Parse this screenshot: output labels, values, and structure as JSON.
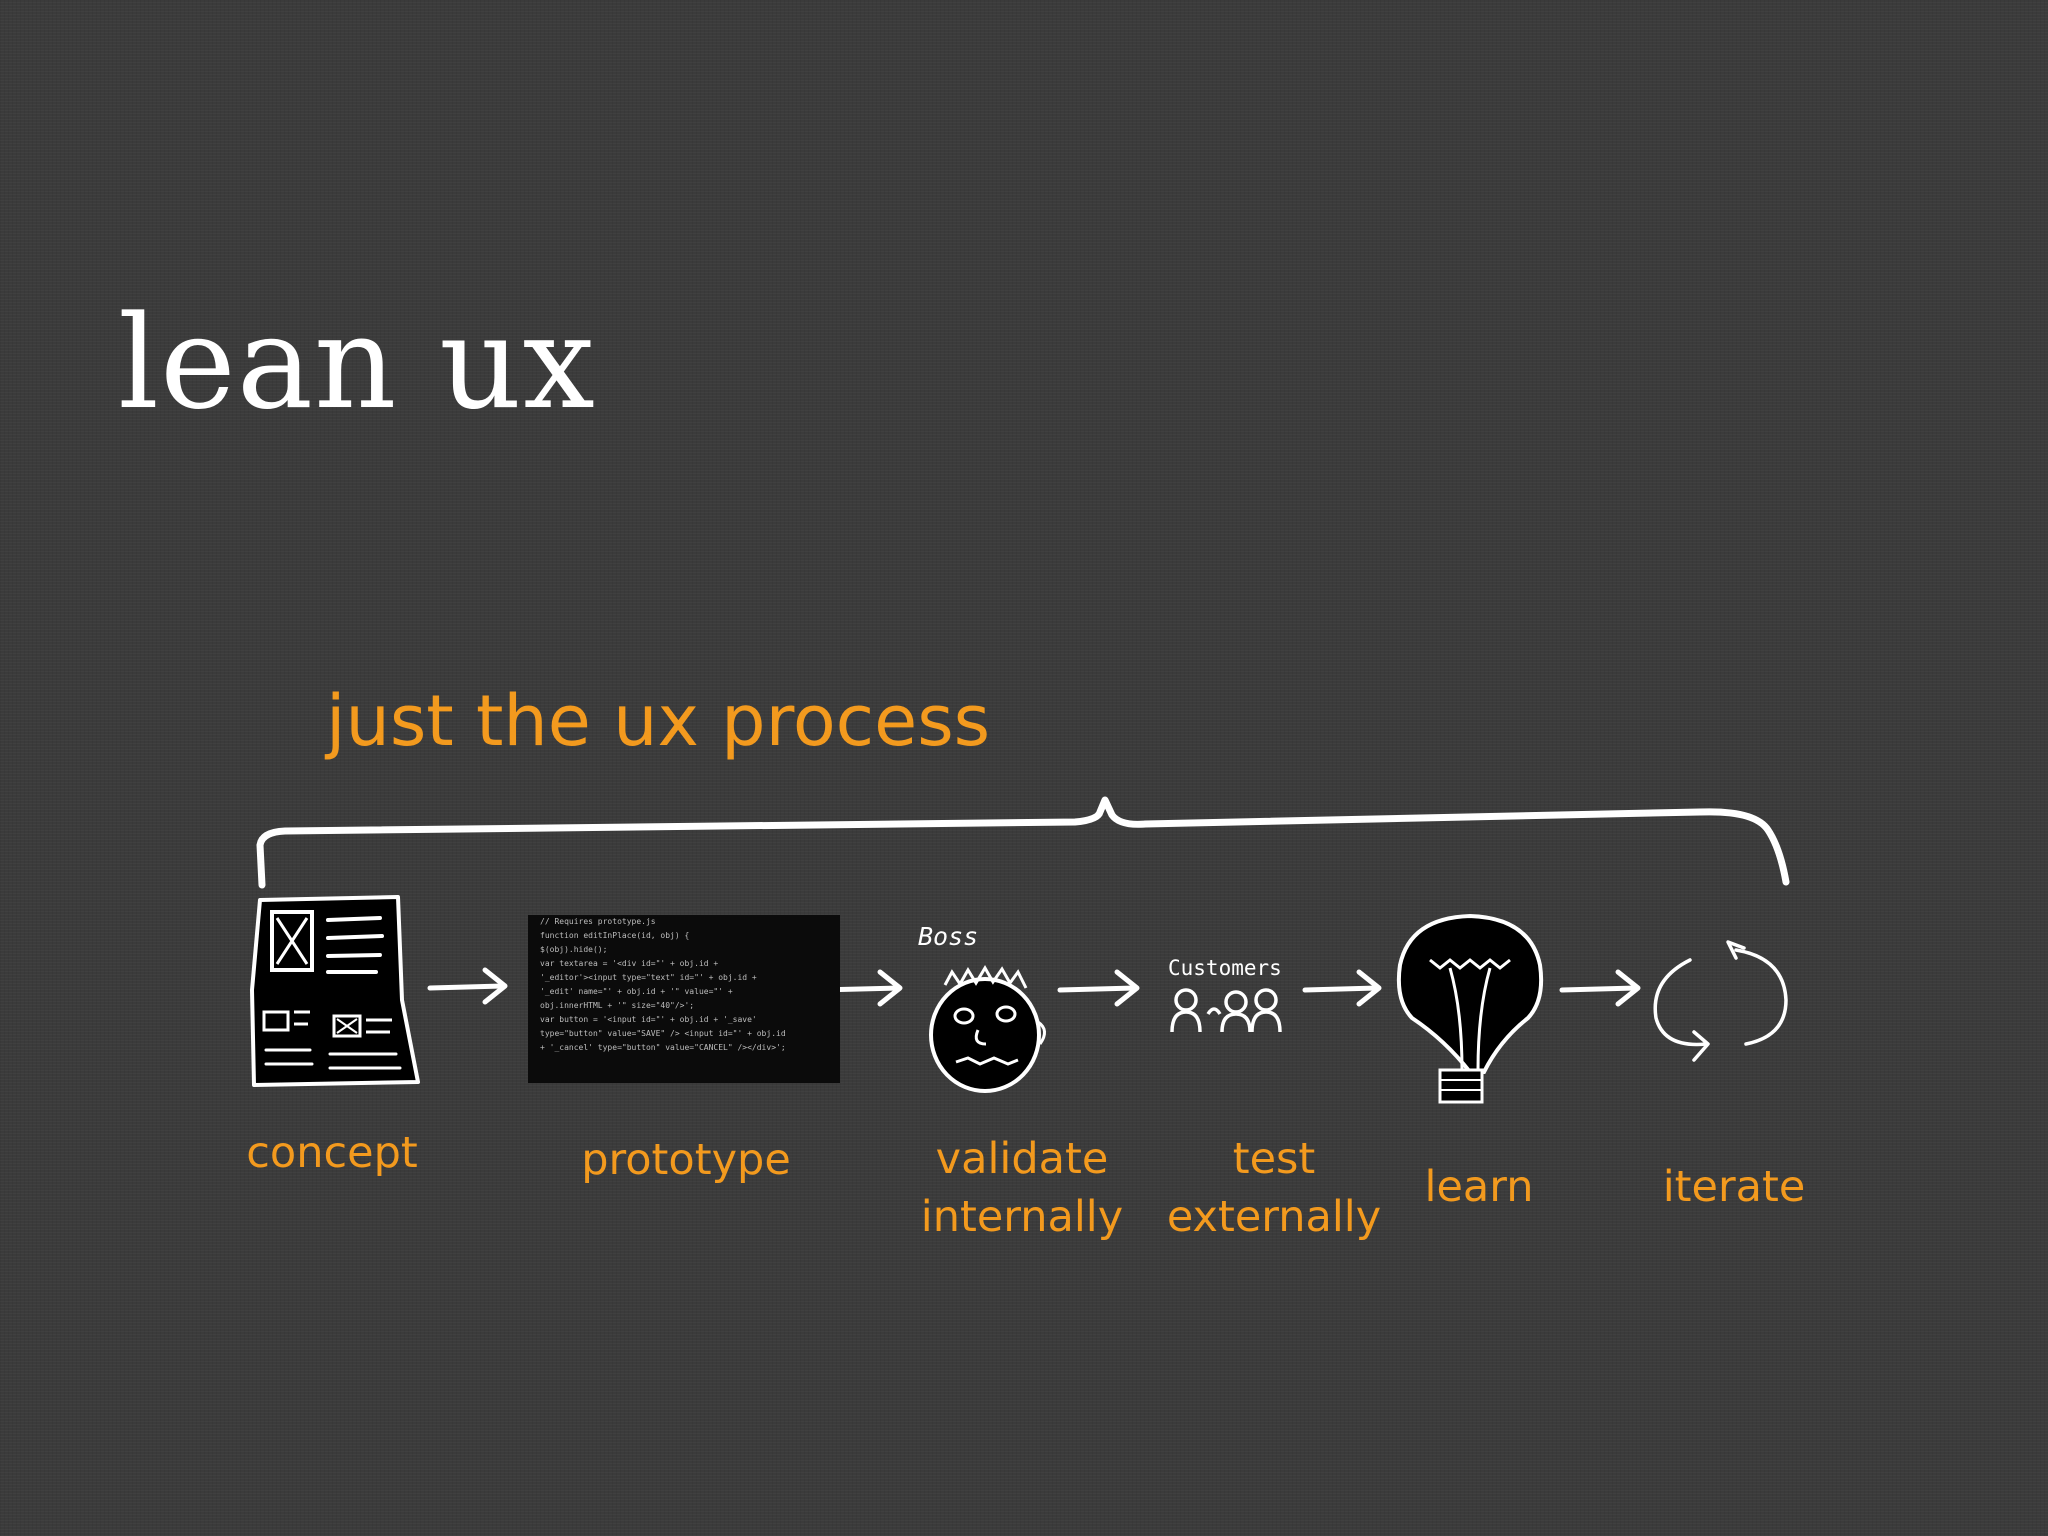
{
  "slide": {
    "title": "lean ux",
    "subtitle": "just the ux process"
  },
  "steps": [
    {
      "id": "concept",
      "lines": [
        "concept"
      ],
      "icon": "wireframe-sketch-icon"
    },
    {
      "id": "prototype",
      "lines": [
        "prototype"
      ],
      "icon": "code-prototype-icon"
    },
    {
      "id": "validate",
      "lines": [
        "validate",
        "internally"
      ],
      "icon": "boss-face-icon",
      "sketch_text": "Boss"
    },
    {
      "id": "test",
      "lines": [
        "test",
        "externally"
      ],
      "icon": "customers-group-icon",
      "sketch_text": "Customers"
    },
    {
      "id": "learn",
      "lines": [
        "learn"
      ],
      "icon": "lightbulb-icon"
    },
    {
      "id": "iterate",
      "lines": [
        "iterate"
      ],
      "icon": "cycle-arrows-icon"
    }
  ],
  "code_lines": [
    "// Requires prototype.js",
    "function editInPlace(id, obj) {",
    "  $(obj).hide();",
    "  var textarea = '<div id=\"' + obj.id +",
    "  '_editor'><input type=\"text\" id=\"' + obj.id +",
    "  '_edit' name=\"' + obj.id + '\" value=\"' +",
    "  obj.innerHTML + '\" size=\"40\"/>';",
    "  var button = '<input id=\"' + obj.id + '_save'",
    "  type=\"button\" value=\"SAVE\" /> <input id=\"' + obj.id",
    "  + '_cancel' type=\"button\" value=\"CANCEL\" /></div>';"
  ],
  "colors": {
    "background": "#3b3b3b",
    "title": "#ffffff",
    "accent": "#f39a1e",
    "sketch": "#ffffff",
    "fill": "#000000"
  }
}
